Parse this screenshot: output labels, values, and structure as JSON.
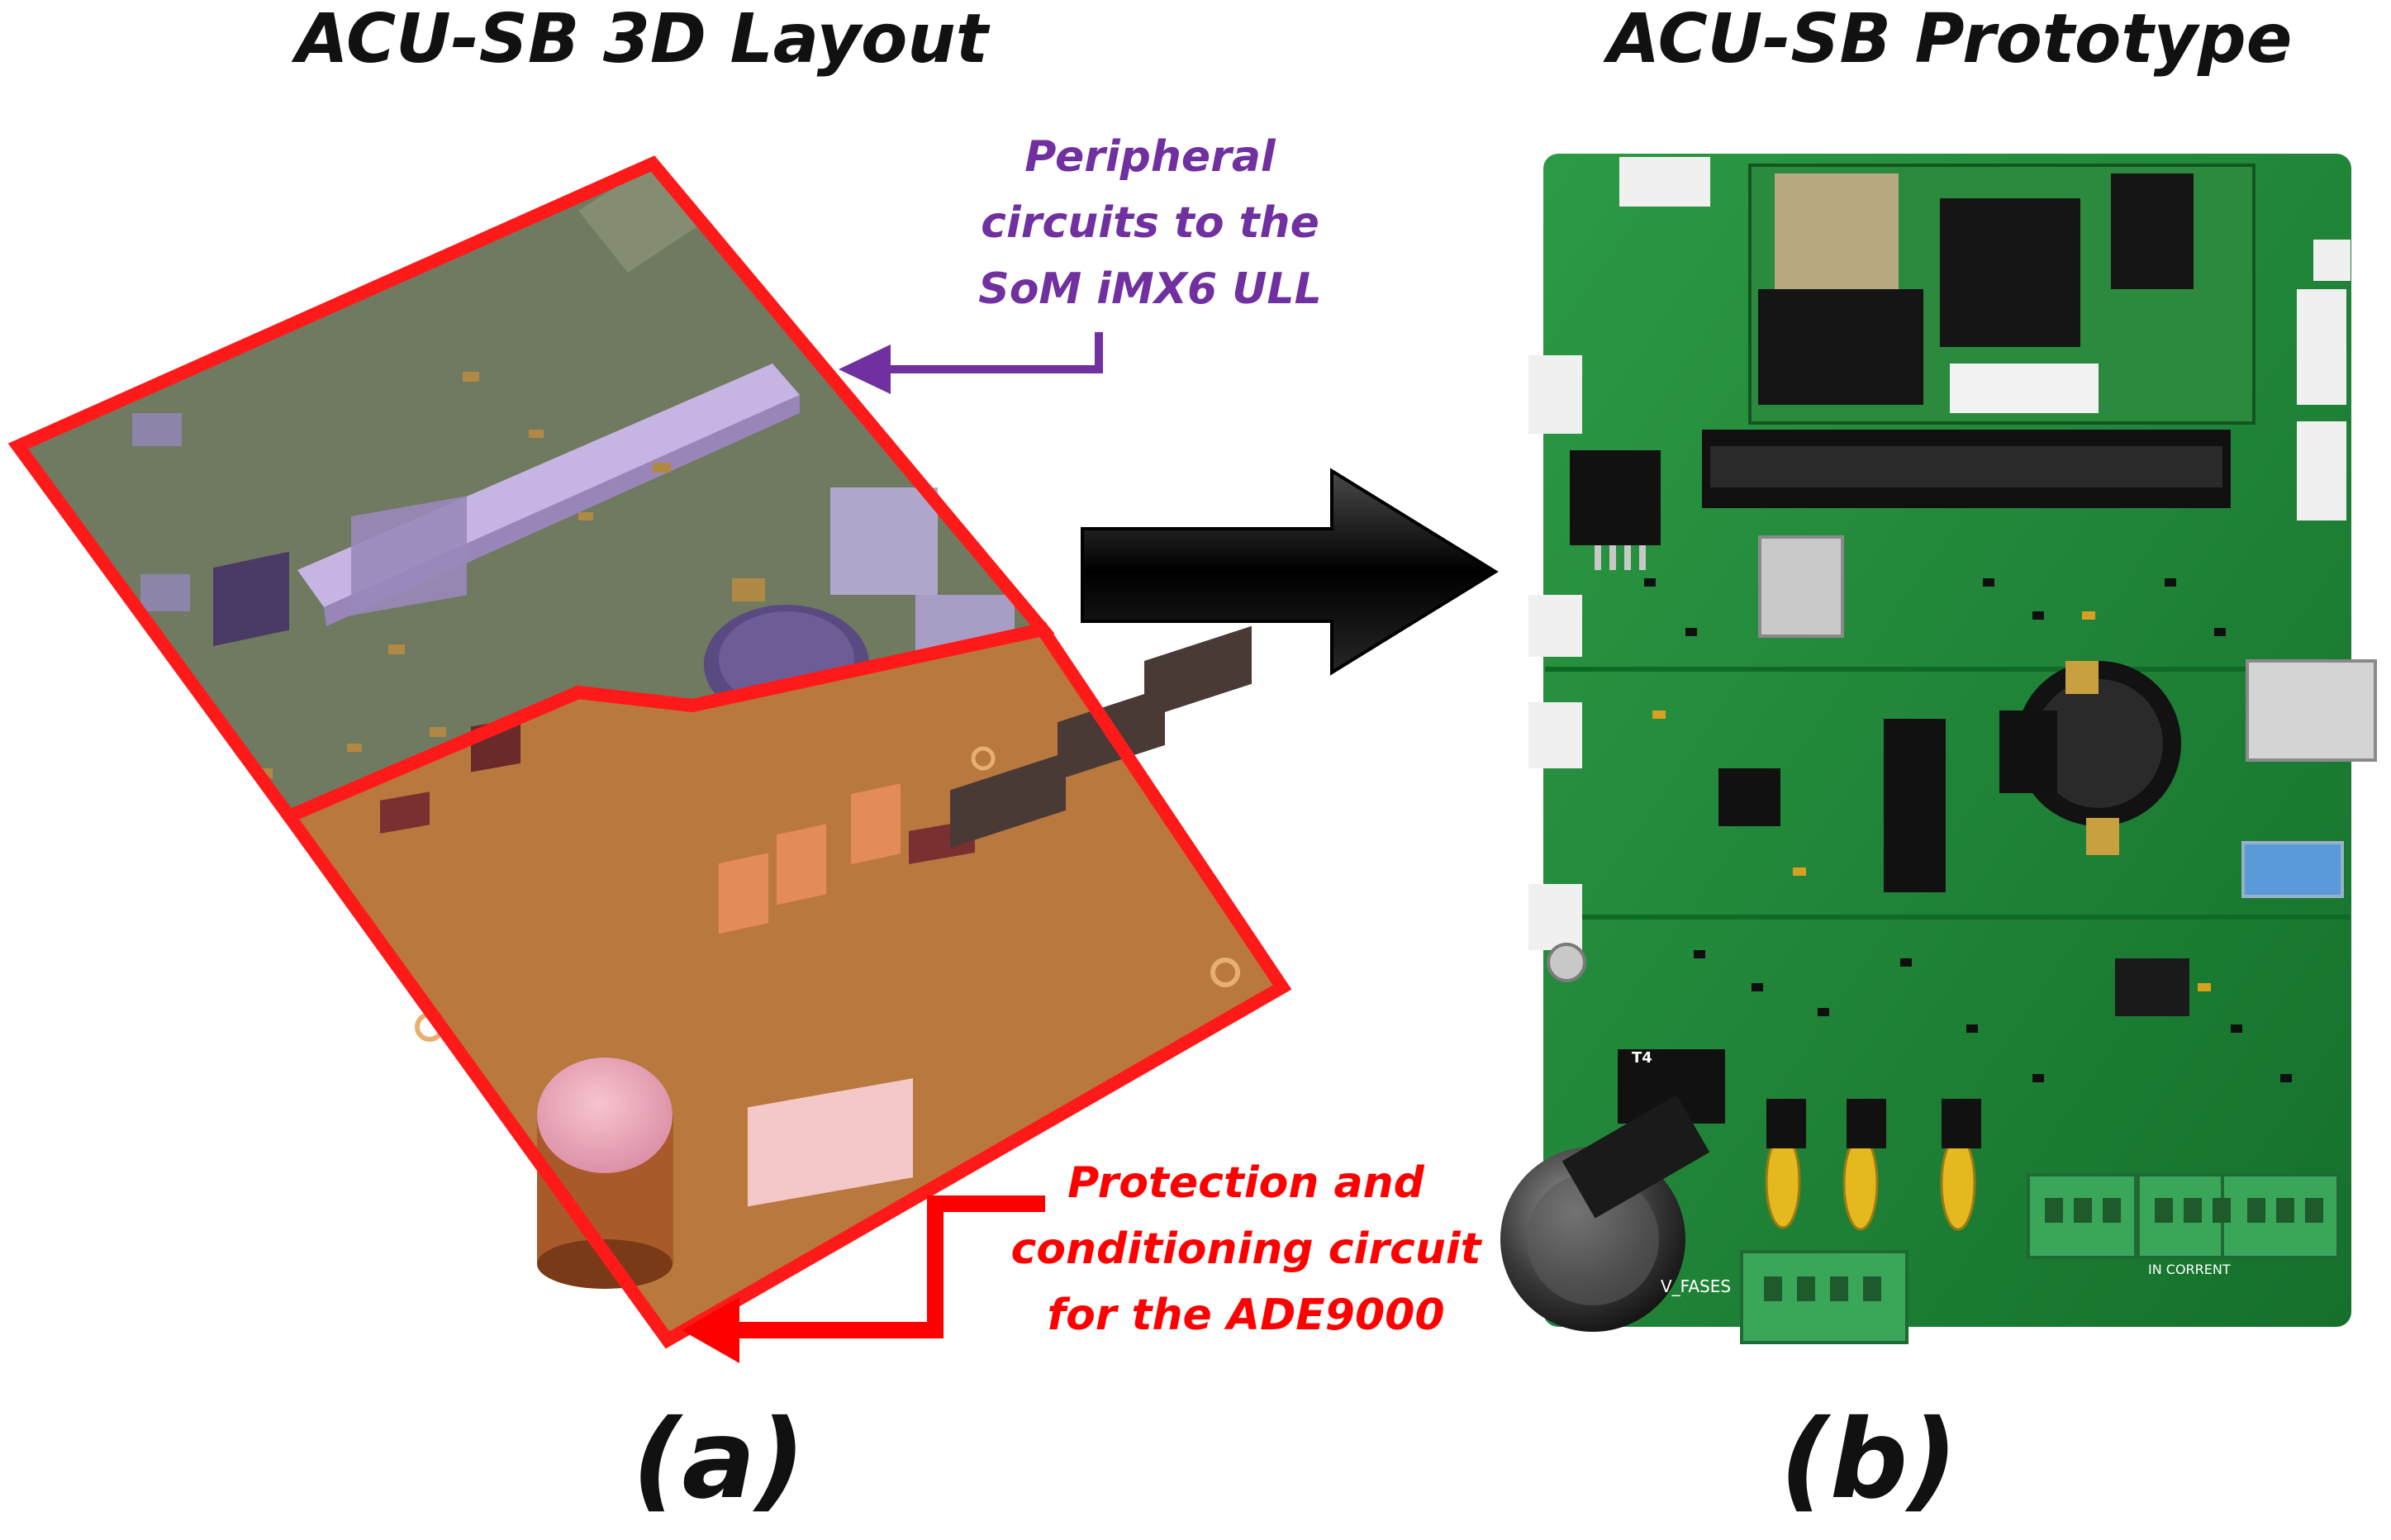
{
  "panels": {
    "left": {
      "title": "ACU-SB 3D Layout",
      "label": "(a)"
    },
    "right": {
      "title": "ACU-SB Prototype",
      "label": "(b)"
    }
  },
  "callouts": {
    "peripheral": {
      "lines": [
        "Peripheral",
        "circuits to the",
        "SoM iMX6 ULL"
      ],
      "color": "#7030a0"
    },
    "protection": {
      "lines": [
        "Protection and",
        "conditioning circuit",
        "for the ADE9000"
      ],
      "color": "#ff0000"
    }
  },
  "colors": {
    "outline_red": "#ff1a1a",
    "board_top_3d": "#6f7a60",
    "board_bottom_3d": "#b9783e",
    "pcb_green": "#1f8a3a",
    "arrow_black": "#000000"
  },
  "board_silkscreen": {
    "peripheral_label": "T4",
    "phase_label": "V_FASES",
    "current_label": "IN CORRENT"
  }
}
